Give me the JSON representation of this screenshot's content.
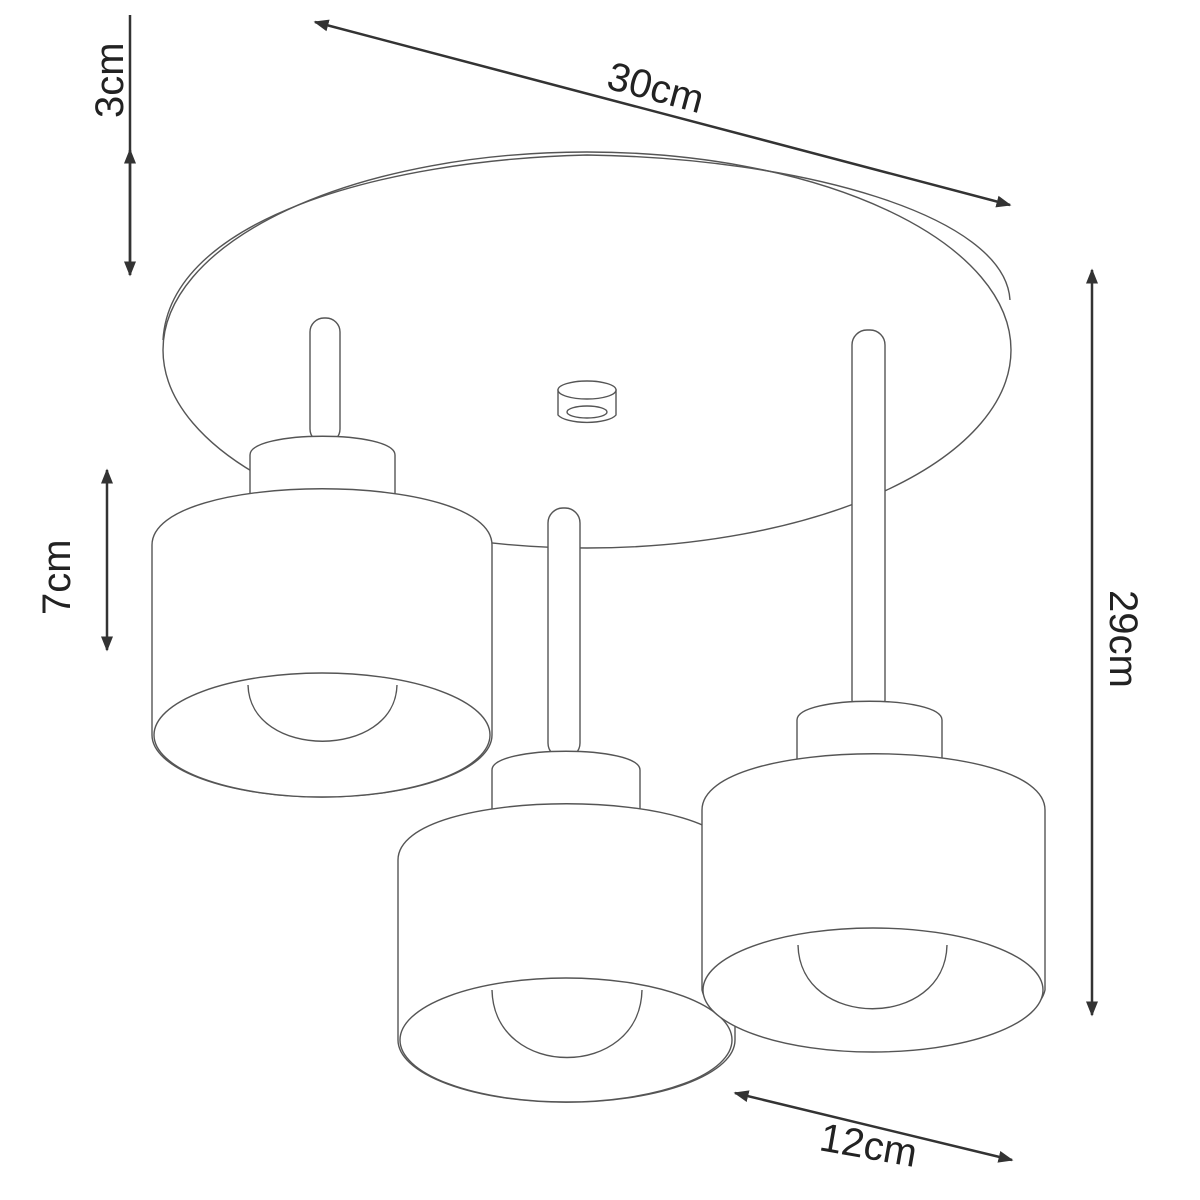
{
  "title": "Ceiling lamp with three shades – dimensions",
  "dimensions": {
    "base_height": "3cm",
    "base_diameter": "30cm",
    "total_height": "29cm",
    "shade_height": "7cm",
    "shade_diameter": "12cm"
  },
  "colors": {
    "line": "#555555",
    "dimension": "#333333",
    "background": "#ffffff"
  }
}
